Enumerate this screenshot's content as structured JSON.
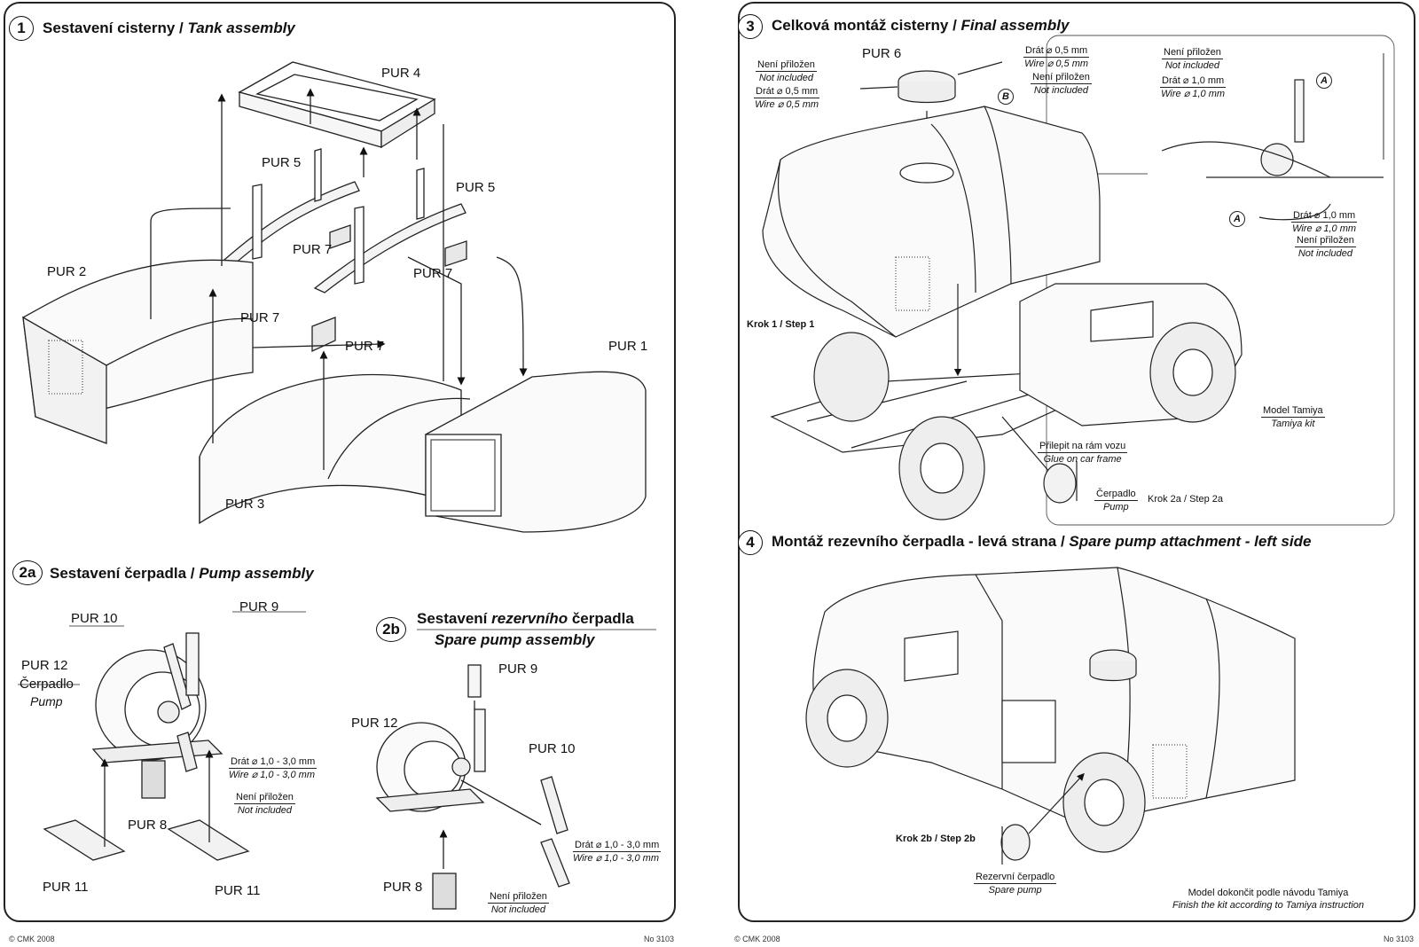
{
  "pages": [
    {
      "footer_left": "© CMK 2008",
      "footer_right": "No 3103",
      "sections": {
        "s1": {
          "num": "1",
          "title_cz": "Sestavení cisterny /",
          "title_en": "Tank assembly"
        },
        "s2a": {
          "num": "2a",
          "title_cz": "Sestavení čerpadla /",
          "title_en": "Pump assembly"
        },
        "s2b": {
          "num": "2b",
          "title_cz_a": "Sestavení",
          "title_cz_b": "rezervního",
          "title_cz_c": "čerpadla",
          "title_en": "Spare pump assembly"
        }
      },
      "labels": {
        "pur4": "PUR 4",
        "pur5a": "PUR 5",
        "pur5b": "PUR 5",
        "pur7a": "PUR 7",
        "pur7b": "PUR 7",
        "pur7c": "PUR 7",
        "pur7d": "PUR 7",
        "pur2": "PUR 2",
        "pur1": "PUR 1",
        "pur3": "PUR 3",
        "pur9a": "PUR 9",
        "pur10a": "PUR 10",
        "pur12a": "PUR 12",
        "cerpadlo": "Čerpadlo",
        "pump": "Pump",
        "pur8a": "PUR 8",
        "pur11a": "PUR 11",
        "pur11b": "PUR 11",
        "pur9b": "PUR 9",
        "pur12b": "PUR 12",
        "pur10b": "PUR 10",
        "pur8b": "PUR 8"
      },
      "notes": {
        "wire2a_cz": "Drát ⌀ 1,0 - 3,0 mm",
        "wire2a_en": "Wire ⌀ 1,0 - 3,0  mm",
        "ni2a_cz": "Není přiložen",
        "ni2a_en": "Not included",
        "wire2b_cz": "Drát ⌀ 1,0 - 3,0 mm",
        "wire2b_en": "Wire ⌀ 1,0 - 3,0  mm",
        "ni2b_cz": "Není přiložen",
        "ni2b_en": "Not included"
      }
    },
    {
      "footer_left": "© CMK 2008",
      "footer_right": "No 3103",
      "sections": {
        "s3": {
          "num": "3",
          "title_cz": "Celková montáž cisterny  /",
          "title_en": "Final assembly"
        },
        "s4": {
          "num": "4",
          "title_cz": "Montáž rezevního čerpadla - levá strana /",
          "title_en": "Spare pump attachment - left side"
        }
      },
      "labels": {
        "pur6": "PUR 6",
        "callout_b": "B",
        "callout_a1": "A",
        "callout_a2": "A"
      },
      "notes": {
        "n1_cz": "Není přiložen",
        "n1_en": "Not included",
        "n2_cz": "Drát ⌀ 0,5 mm",
        "n2_en": "Wire ⌀ 0,5  mm",
        "n3_cz": "Drát ⌀ 0,5 mm",
        "n3_en": "Wire ⌀ 0,5  mm",
        "n4_cz": "Není přiložen",
        "n4_en": "Not included",
        "n5_cz": "Není přiložen",
        "n5_en": "Not included",
        "n6_cz": "Drát ⌀ 1,0 mm",
        "n6_en": "Wire ⌀ 1,0  mm",
        "n7_cz": "Drát ⌀ 1,0 mm",
        "n7_en": "Wire ⌀ 1,0  mm",
        "n8_cz": "Není přiložen",
        "n8_en": "Not included",
        "model_cz": "Model Tamiya",
        "model_en": "Tamiya kit",
        "glue_cz": "Přilepit na rám vozu",
        "glue_en": "Glue on car frame",
        "pump_cz": "Čerpadlo",
        "pump_en": "Pump",
        "spare_cz": "Rezervní čerpadlo",
        "spare_en": "Spare pump",
        "finish_cz": "Model dokončit podle návodu Tamiya",
        "finish_en": "Finish the kit according to Tamiya instruction"
      },
      "steps": {
        "step1": "Krok 1 / Step 1",
        "step2a": "Krok 2a / Step 2a",
        "step2b": "Krok 2b / Step 2b"
      }
    }
  ]
}
